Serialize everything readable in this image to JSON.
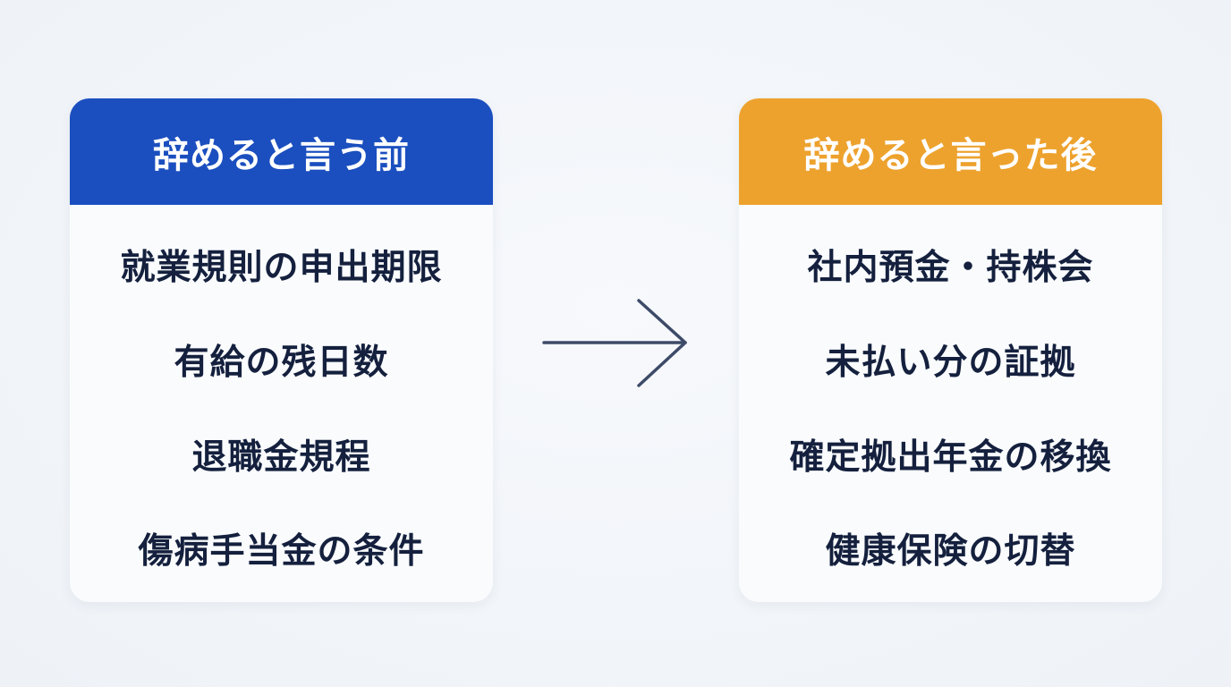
{
  "before": {
    "title": "辞めると言う前",
    "items": [
      "就業規則の申出期限",
      "有給の残日数",
      "退職金規程",
      "傷病手当金の条件"
    ]
  },
  "after": {
    "title": "辞めると言った後",
    "items": [
      "社内預金・持株会",
      "未払い分の証拠",
      "確定拠出年金の移換",
      "健康保険の切替"
    ]
  },
  "colors": {
    "before_header": "#1b4fbf",
    "after_header": "#eda22e",
    "text": "#14203d",
    "arrow": "#3d4a68"
  },
  "icons": {
    "connector": "arrow-right-icon"
  }
}
